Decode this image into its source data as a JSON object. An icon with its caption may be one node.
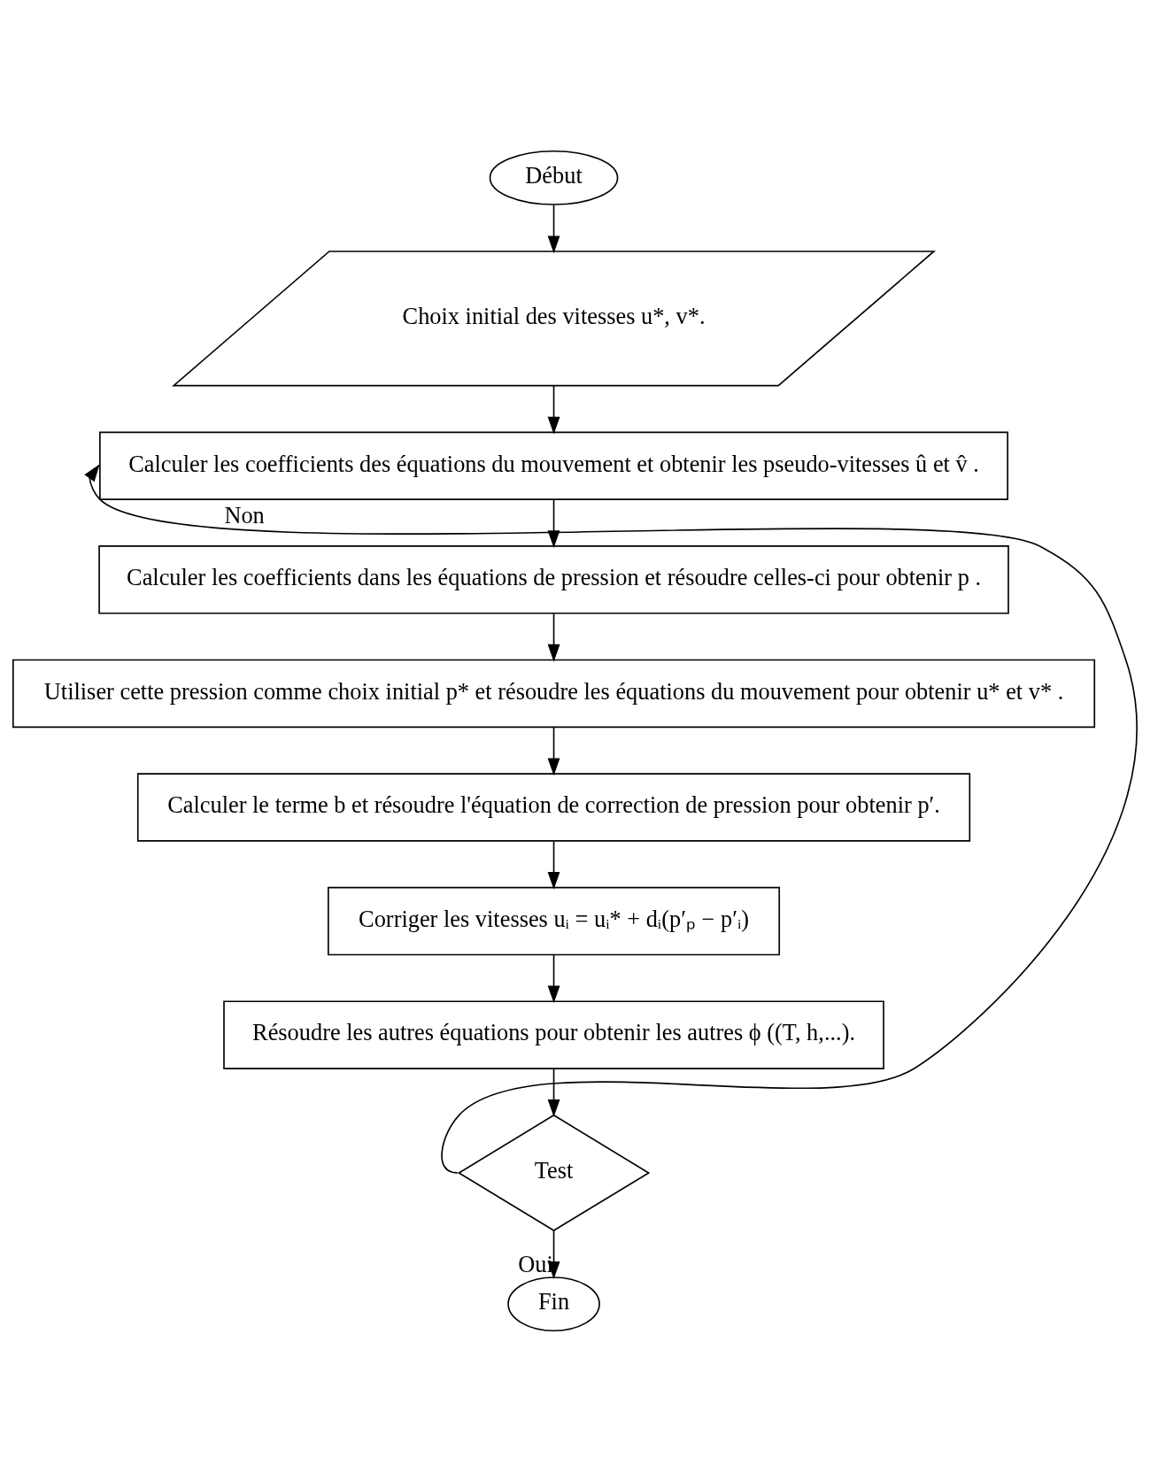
{
  "diagram": {
    "nodes": [
      {
        "text": [
          "Début"
        ]
      },
      {
        "text": [
          "Choix initial des vitesses u*, v*."
        ]
      },
      {
        "text": [
          "Calculer les coefficients des équations du mouvement et obtenir les pseudo-vitesses û et v̂ ."
        ]
      },
      {
        "text": [
          "Calculer les coefficients dans les équations de pression et résoudre celles-ci pour obtenir p ."
        ]
      },
      {
        "text": [
          "Utiliser cette pression comme choix initial p* et résoudre les équations du mouvement pour obtenir u* et v* ."
        ]
      },
      {
        "text": [
          "Calculer le terme b et résoudre l'équation de correction de pression pour obtenir p′."
        ]
      },
      {
        "text": [
          "Corriger les vitesses uᵢ = uᵢ* + dᵢ(p′ₚ − p′ᵢ)"
        ]
      },
      {
        "text": [
          "Résoudre les autres équations pour obtenir les autres ϕ ((T, h,...)."
        ]
      },
      {
        "text": [
          "Test"
        ]
      },
      {
        "text": [
          "Fin"
        ]
      }
    ],
    "edges": [
      {
        "from": 0,
        "to": 1,
        "arrow": "to"
      },
      {
        "from": 1,
        "to": 2,
        "arrow": "to"
      },
      {
        "from": 2,
        "to": 3,
        "arrow": "to"
      },
      {
        "from": 3,
        "to": 4,
        "arrow": "to"
      },
      {
        "from": 4,
        "to": 5,
        "arrow": "to"
      },
      {
        "from": 5,
        "to": 6,
        "arrow": "to"
      },
      {
        "from": 6,
        "to": 7,
        "arrow": "to"
      },
      {
        "from": 7,
        "to": 8,
        "arrow": "to"
      },
      {
        "from": 8,
        "to": 2,
        "arrow": "to",
        "label": "Non"
      },
      {
        "from": 8,
        "to": 9,
        "arrow": "to",
        "label": "Oui"
      }
    ]
  }
}
